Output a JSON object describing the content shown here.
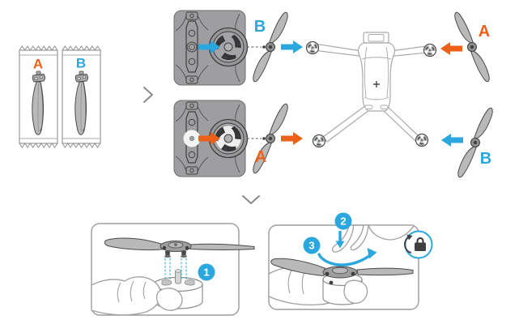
{
  "colors": {
    "orange": "#EC6018",
    "blue": "#2BA7E0",
    "panel_gray": "#9E9EA0",
    "blade_gray": "#B9B9B9",
    "outline_dark": "#3F3F3F",
    "outline_light": "#A3A3A3"
  },
  "propeller_packs": {
    "pack_a_label": "A",
    "pack_b_label": "B"
  },
  "drone_prop_labels": {
    "front_left": "B",
    "rear_left": "A",
    "front_right": "A",
    "rear_right": "B"
  },
  "steps": {
    "step_1": "1",
    "step_2": "2",
    "step_3": "3"
  },
  "icons": {
    "proceed_chevron": "chevron-right",
    "next_step_chevron": "chevron-down",
    "lock_badge": "padlock-with-rotation-arc"
  }
}
